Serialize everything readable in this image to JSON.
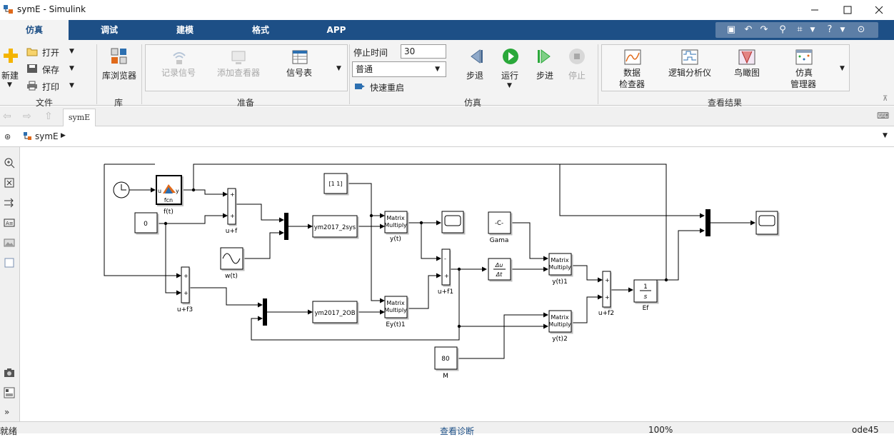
{
  "window": {
    "title": "symE - Simulink"
  },
  "tabs": [
    "仿真",
    "调试",
    "建模",
    "格式",
    "APP"
  ],
  "ribbon": {
    "file": {
      "new_label": "新建",
      "open_label": "打开",
      "save_label": "保存",
      "print_label": "打印",
      "group_label": "文件"
    },
    "library": {
      "browser_label": "库浏览器",
      "group_label": "库"
    },
    "prepare": {
      "log_signal_label": "记录信号",
      "add_viewer_label": "添加查看器",
      "signal_table_label": "信号表",
      "group_label": "准备"
    },
    "simulate": {
      "stop_time_label": "停止时间",
      "stop_time_value": "30",
      "mode_value": "普通",
      "fast_restart_label": "快速重启",
      "step_back_label": "步退",
      "run_label": "运行",
      "step_forward_label": "步进",
      "stop_label": "停止",
      "group_label": "仿真"
    },
    "results": {
      "data_inspector_label_1": "数据",
      "data_inspector_label_2": "检查器",
      "logic_analyzer_label": "逻辑分析仪",
      "birds_eye_label": "鸟瞰图",
      "sim_manager_label_1": "仿真",
      "sim_manager_label_2": "管理器",
      "group_label": "查看结果"
    }
  },
  "editor": {
    "file_tab": "symE",
    "breadcrumb": "symE"
  },
  "diagram": {
    "blocks": {
      "fcn_title": "f(t)",
      "fcn_inner": "fcn",
      "fcn_u": "u",
      "fcn_y": "y",
      "const0": "0",
      "sum_uf": "u+f",
      "sum_uf3": "u+f3",
      "sine_label": "w(t)",
      "const11": "[1 1]",
      "sub2sys": "ym2017_2sys",
      "sub2ob": "ym2017_2OB",
      "mm_text_1": "Matrix",
      "mm_text_2": "Multiply",
      "mm_yt": "y(t)",
      "mm_eyt1": "Ey(t)1",
      "mm_yt1": "y(t)1",
      "mm_yt2": "y(t)2",
      "gama_value": "-C-",
      "gama_label": "Gama",
      "deriv_num": "Δu",
      "deriv_den": "Δt",
      "sum_uf1": "u+f1",
      "sum_uf2": "u+f2",
      "int_num": "1",
      "int_den": "s",
      "int_label": "Ef",
      "const80": "80",
      "const80_label": "M",
      "plus": "+",
      "minus": "-"
    }
  },
  "status": {
    "ready": "就绪",
    "diagnostics": "查看诊断",
    "zoom": "100%",
    "solver": "ode45"
  }
}
